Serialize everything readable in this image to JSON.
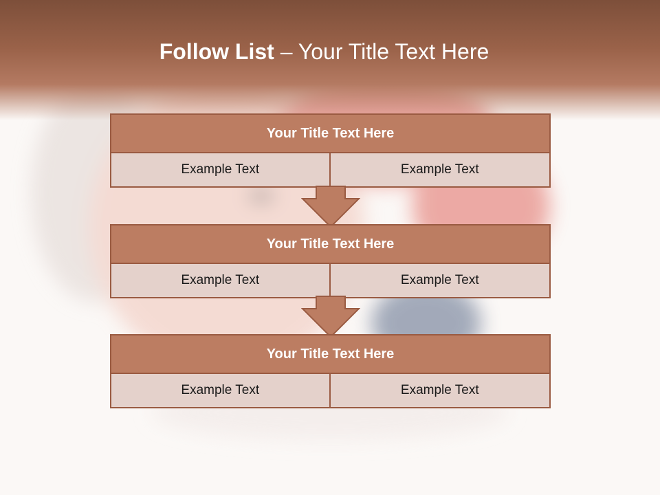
{
  "slide": {
    "title_bold": "Follow List",
    "title_rest": " – Your Title Text Here"
  },
  "steps": [
    {
      "title": "Your Title Text Here",
      "cells": [
        "Example Text",
        "Example Text"
      ]
    },
    {
      "title": "Your Title Text Here",
      "cells": [
        "Example Text",
        "Example Text"
      ]
    },
    {
      "title": "Your Title Text Here",
      "cells": [
        "Example Text",
        "Example Text"
      ]
    }
  ],
  "colors": {
    "header_brown": "#9a6249",
    "block_title_fill": "#bc7d62",
    "block_cell_fill": "#e4d1cb",
    "border": "#9a5b42"
  }
}
